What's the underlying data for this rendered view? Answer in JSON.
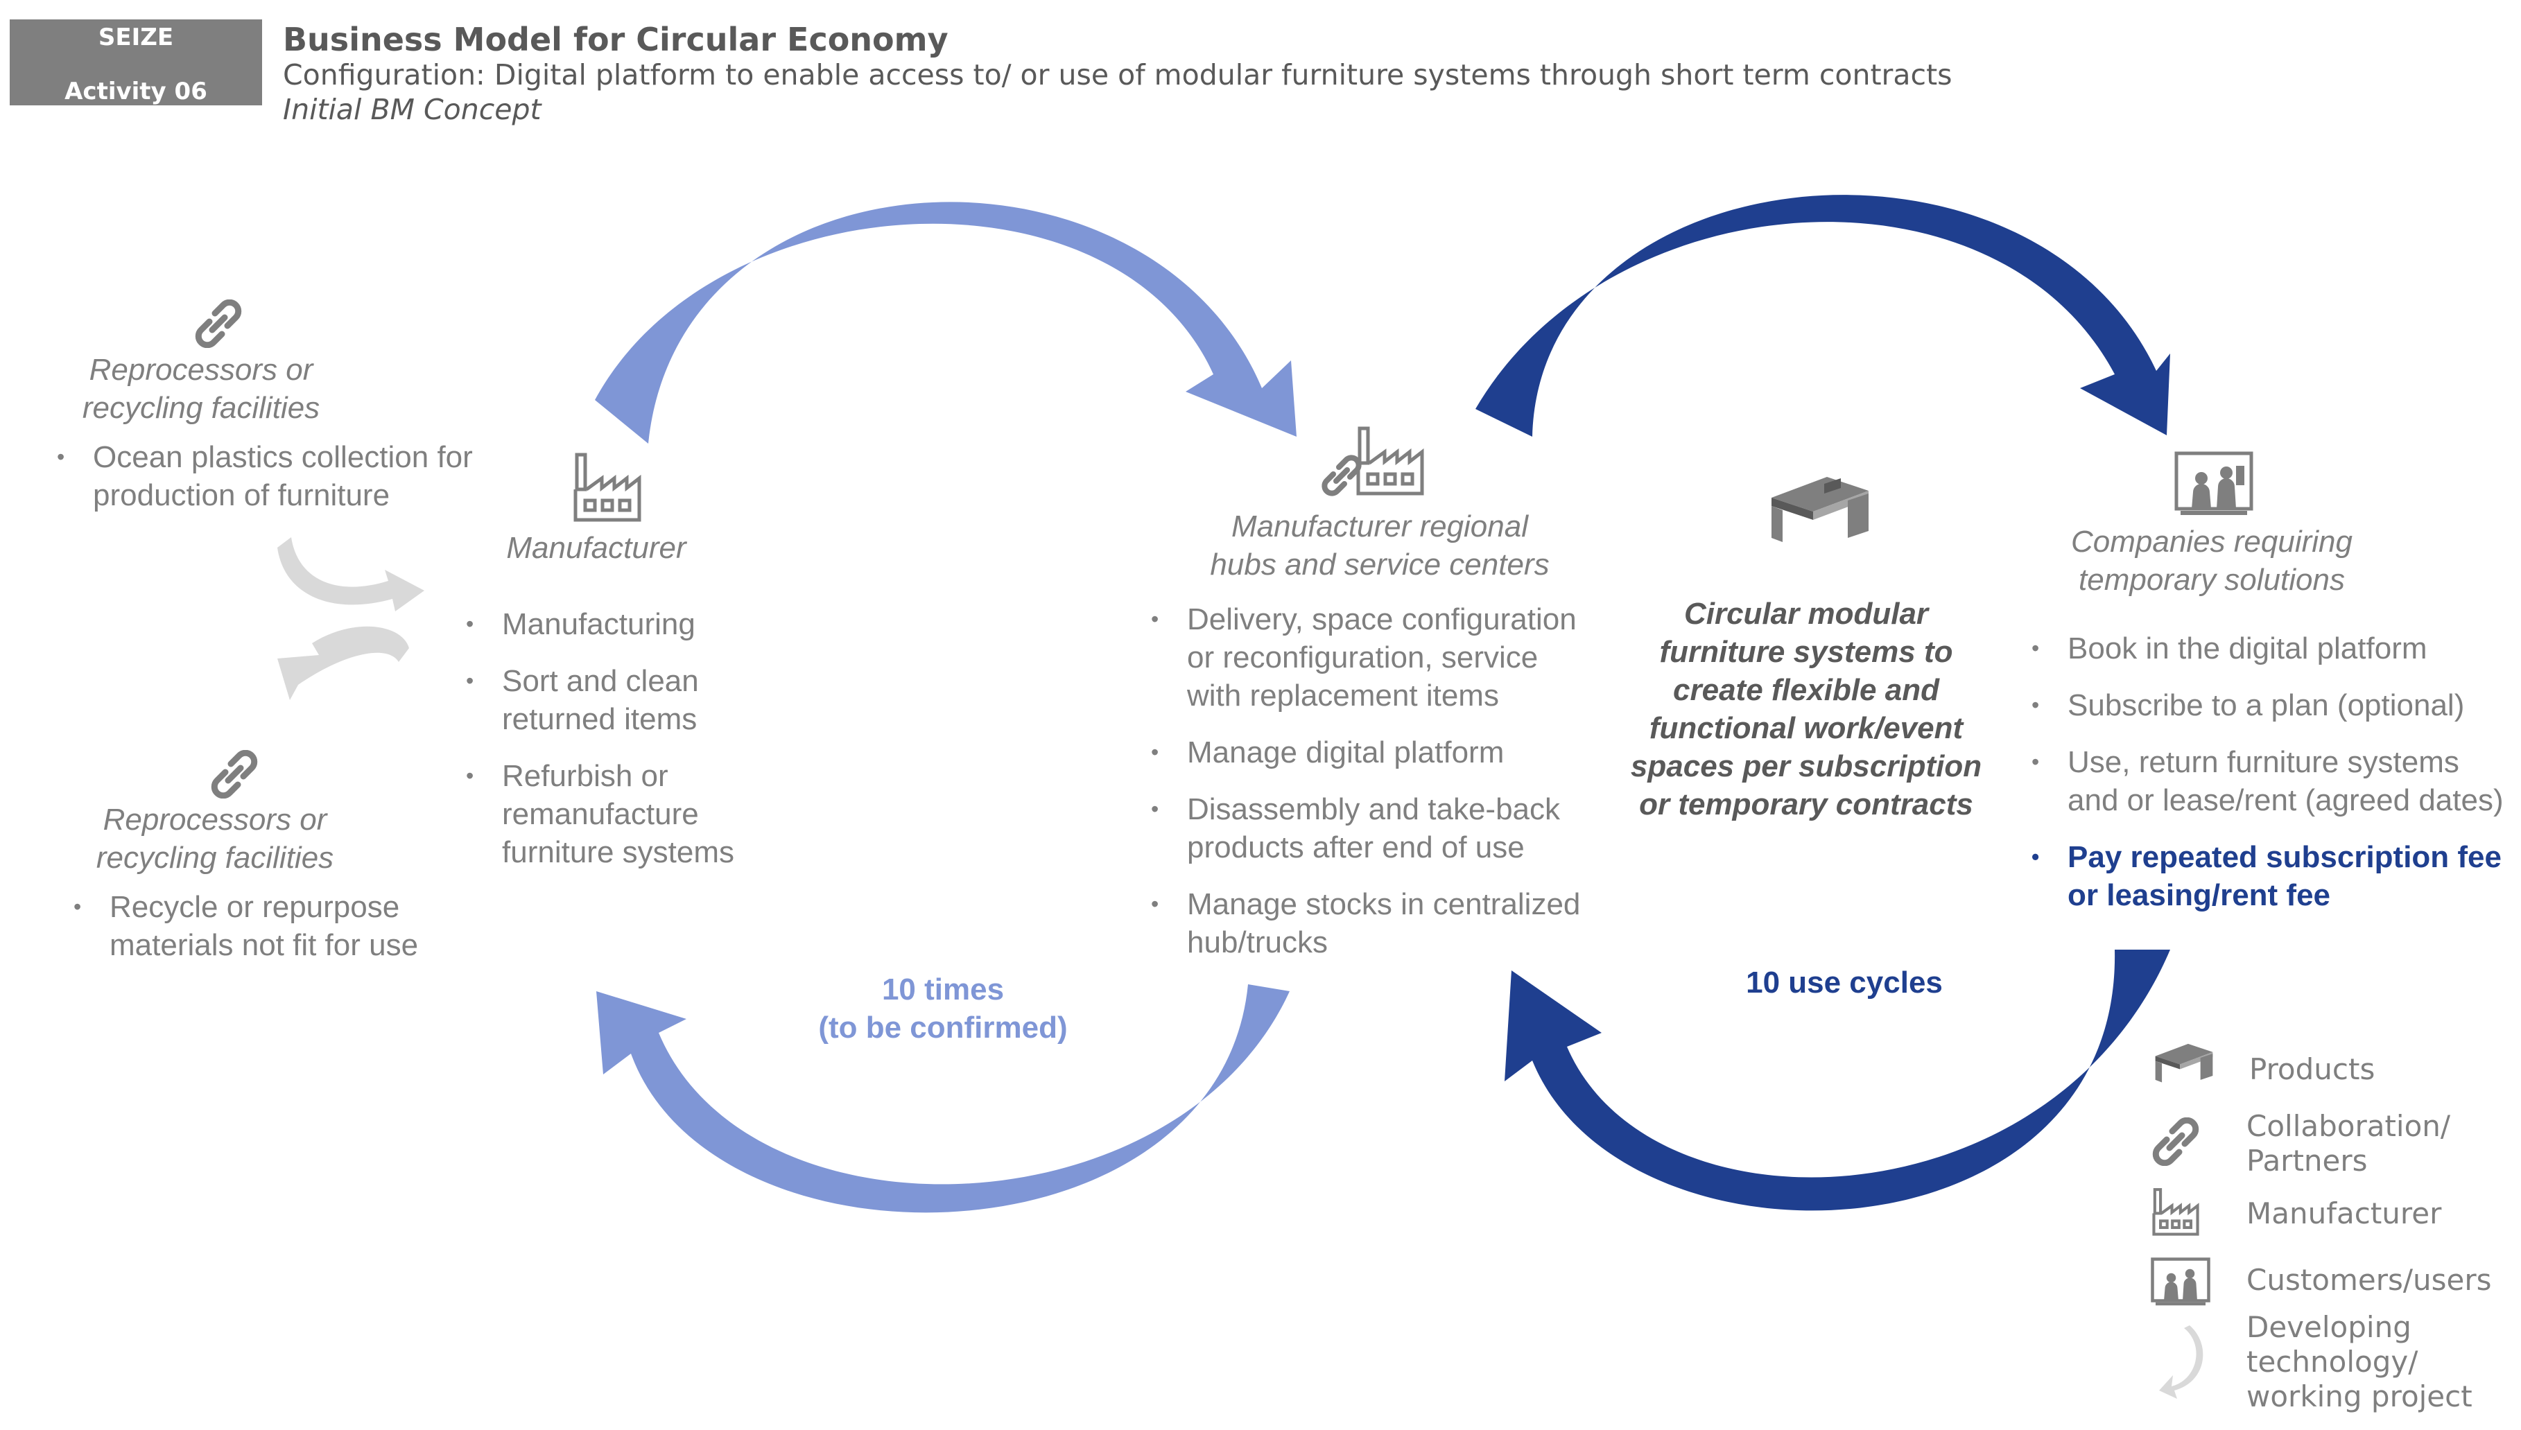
{
  "header": {
    "badge_line1": "SEIZE",
    "badge_line2": "Activity 06",
    "title": "Business Model for Circular Economy",
    "configuration": "Configuration: Digital platform to enable access to/ or use of modular furniture systems through short term contracts",
    "subtitle": "Initial BM Concept"
  },
  "left_top": {
    "actor": [
      "Reprocessors or",
      "recycling facilities"
    ],
    "bullets": [
      [
        "Ocean plastics collection for",
        "production of furniture"
      ]
    ]
  },
  "left_bottom": {
    "actor": [
      "Reprocessors or",
      "recycling facilities"
    ],
    "bullets": [
      [
        "Recycle or repurpose",
        "materials not fit for use"
      ]
    ]
  },
  "manufacturer": {
    "actor": "Manufacturer",
    "bullets": [
      [
        "Manufacturing"
      ],
      [
        "Sort and clean",
        "returned items"
      ],
      [
        "Refurbish or",
        "remanufacture",
        "furniture systems"
      ]
    ]
  },
  "hubs": {
    "actor": [
      "Manufacturer regional",
      "hubs and service centers"
    ],
    "bullets": [
      [
        "Delivery, space configuration",
        "or reconfiguration, service",
        "with replacement items"
      ],
      [
        "Manage digital platform"
      ],
      [
        "Disassembly and take-back",
        "products after end of use"
      ],
      [
        "Manage stocks in centralized",
        "hub/trucks"
      ]
    ]
  },
  "center": {
    "text": [
      "Circular modular",
      "furniture systems to",
      "create flexible and",
      "functional work/event",
      "spaces per subscription",
      "or temporary contracts"
    ]
  },
  "customers": {
    "actor": [
      "Companies requiring",
      "temporary solutions"
    ],
    "bullets": [
      [
        "Book in the digital platform"
      ],
      [
        "Subscribe to a plan (optional)"
      ],
      [
        "Use, return furniture systems",
        "and or lease/rent (agreed dates)"
      ]
    ],
    "highlight_bullet": [
      "Pay repeated subscription fee",
      "or leasing/rent fee"
    ]
  },
  "cycles": {
    "left": [
      "10 times",
      "(to be confirmed)"
    ],
    "right": "10 use cycles"
  },
  "legend": {
    "products": "Products",
    "partners": [
      "Collaboration/",
      "Partners"
    ],
    "manufacturer": "Manufacturer",
    "customers": "Customers/users",
    "developing": [
      "Developing",
      "technology/",
      "working project"
    ]
  },
  "colors": {
    "light_arrow": "#7f96d6",
    "dark_arrow": "#1f3f8f",
    "gray_text": "#7f7f7f",
    "dark_gray": "#595959"
  }
}
